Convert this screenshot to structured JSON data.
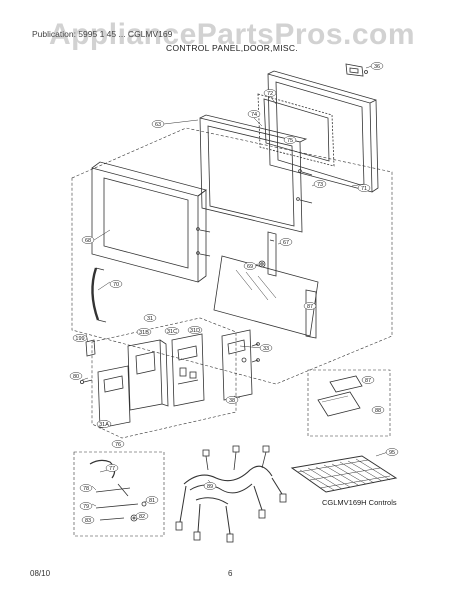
{
  "watermark": "AppliancePartsPros.com",
  "header": {
    "line": "Publication: 5995 1 45 ... CGLMV169",
    "title": "CONTROL PANEL,DOOR,MISC."
  },
  "parts": [
    {
      "id": "p36",
      "label": "36"
    },
    {
      "id": "p72",
      "label": "72"
    },
    {
      "id": "p74",
      "label": "74"
    },
    {
      "id": "p63",
      "label": "63"
    },
    {
      "id": "p73",
      "label": "73"
    },
    {
      "id": "p75",
      "label": "75"
    },
    {
      "id": "p71",
      "label": "71"
    },
    {
      "id": "p68",
      "label": "68"
    },
    {
      "id": "p67",
      "label": "67"
    },
    {
      "id": "p69",
      "label": "69"
    },
    {
      "id": "p70",
      "label": "70"
    },
    {
      "id": "p87a",
      "label": "87"
    },
    {
      "id": "p31",
      "label": "31"
    },
    {
      "id": "p31b",
      "label": "31B"
    },
    {
      "id": "p31c",
      "label": "31C"
    },
    {
      "id": "p31d",
      "label": "31D"
    },
    {
      "id": "p199",
      "label": "199"
    },
    {
      "id": "p33",
      "label": "33"
    },
    {
      "id": "p80",
      "label": "80"
    },
    {
      "id": "p38",
      "label": "38"
    },
    {
      "id": "p87b",
      "label": "87"
    },
    {
      "id": "p88",
      "label": "88"
    },
    {
      "id": "p31a",
      "label": "31A"
    },
    {
      "id": "p76",
      "label": "76"
    },
    {
      "id": "p77",
      "label": "77"
    },
    {
      "id": "p78",
      "label": "78"
    },
    {
      "id": "p79",
      "label": "79"
    },
    {
      "id": "p89",
      "label": "89"
    },
    {
      "id": "p81",
      "label": "81"
    },
    {
      "id": "p82",
      "label": "82"
    },
    {
      "id": "p83",
      "label": "83"
    },
    {
      "id": "p95",
      "label": "95"
    }
  ],
  "caption": "CGLMV169H Controls",
  "footer": {
    "date": "08/10",
    "page": "6"
  }
}
